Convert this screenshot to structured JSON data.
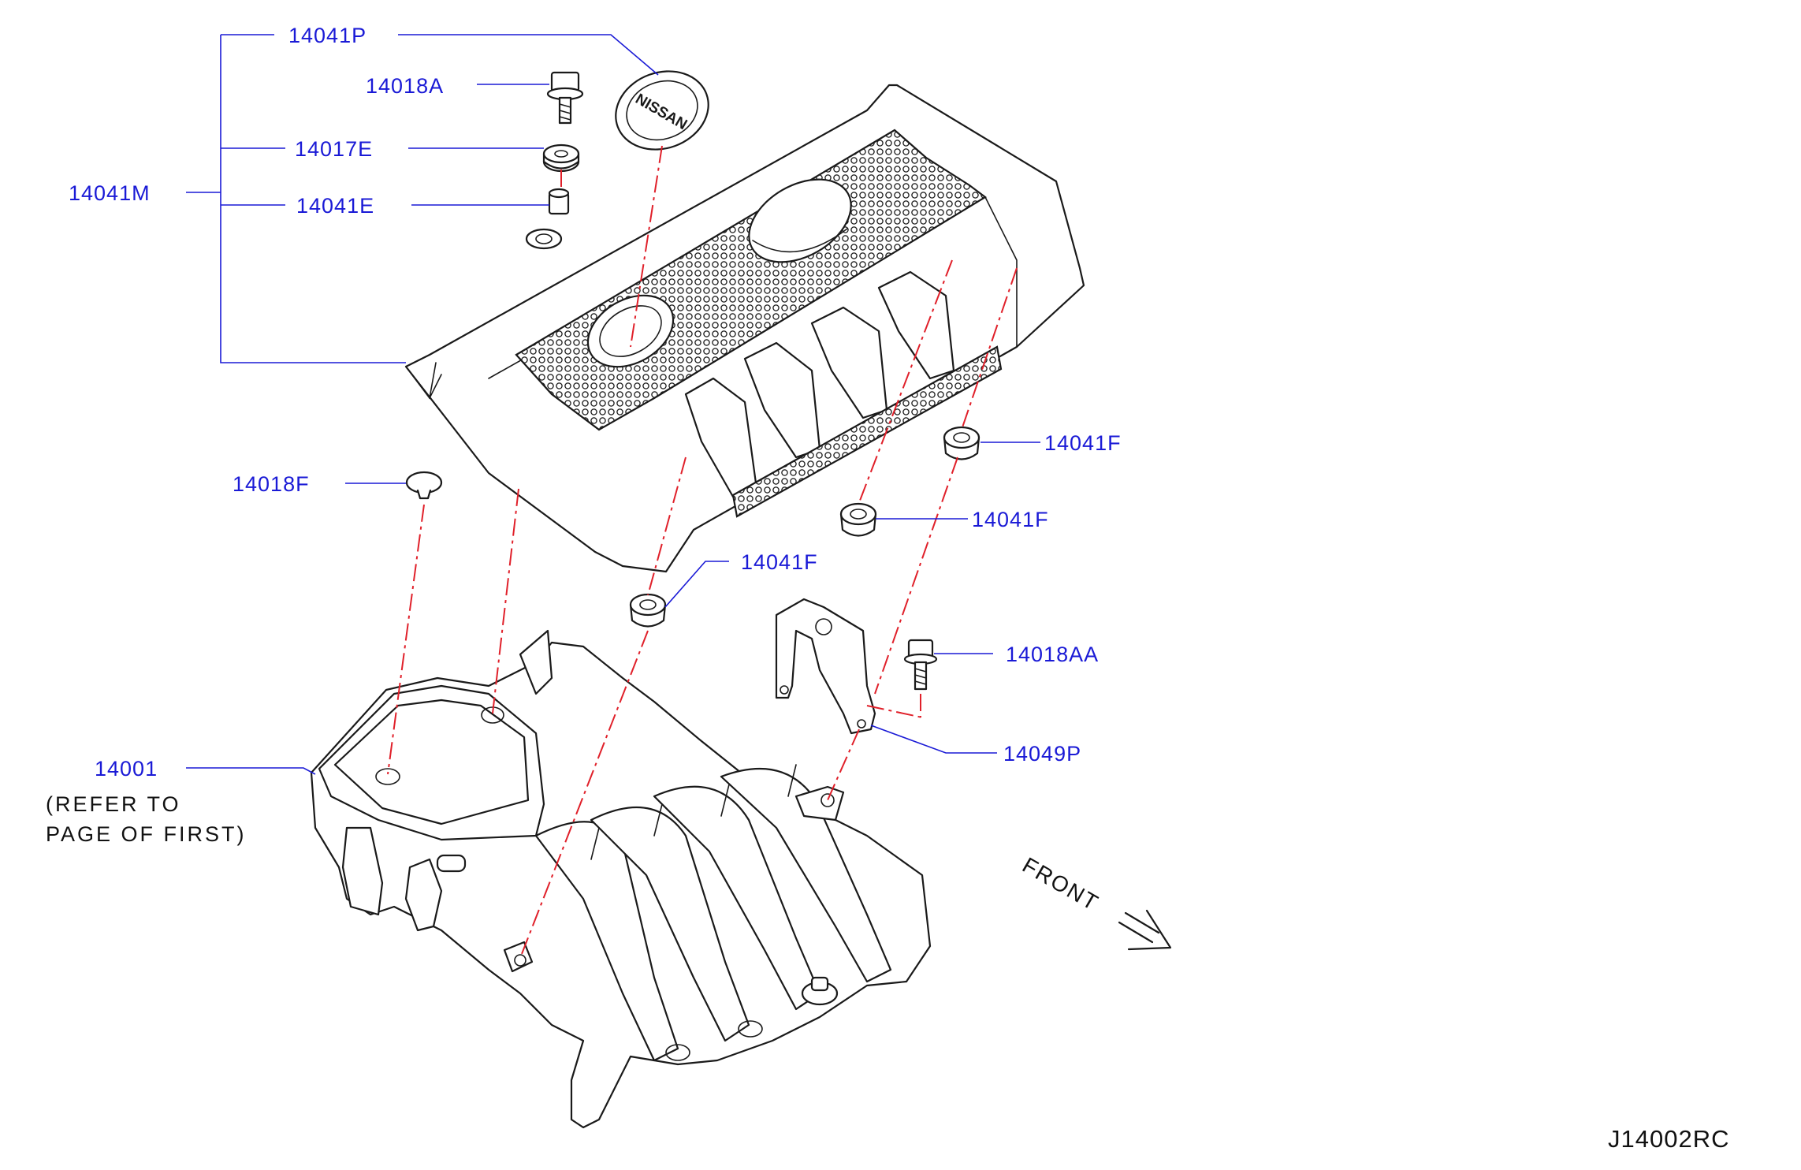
{
  "colors": {
    "label": "#1a1ad6",
    "centerline": "#e0202a",
    "ink": "#1a1a1a"
  },
  "labels": {
    "p14041P": "14041P",
    "p14018A": "14018A",
    "p14017E": "14017E",
    "p14041M": "14041M",
    "p14041E": "14041E",
    "p14018F": "14018F",
    "p14041F_a": "14041F",
    "p14041F_b": "14041F",
    "p14041F_c": "14041F",
    "p14018AA": "14018AA",
    "p14049P": "14049P",
    "p14001": "14001"
  },
  "notes": {
    "refer_line1": "(REFER  TO",
    "refer_line2": "PAGE  OF  FIRST)"
  },
  "emblem_text": "NISSAN",
  "direction_label": "FRONT",
  "diagram_code": "J14002RC"
}
